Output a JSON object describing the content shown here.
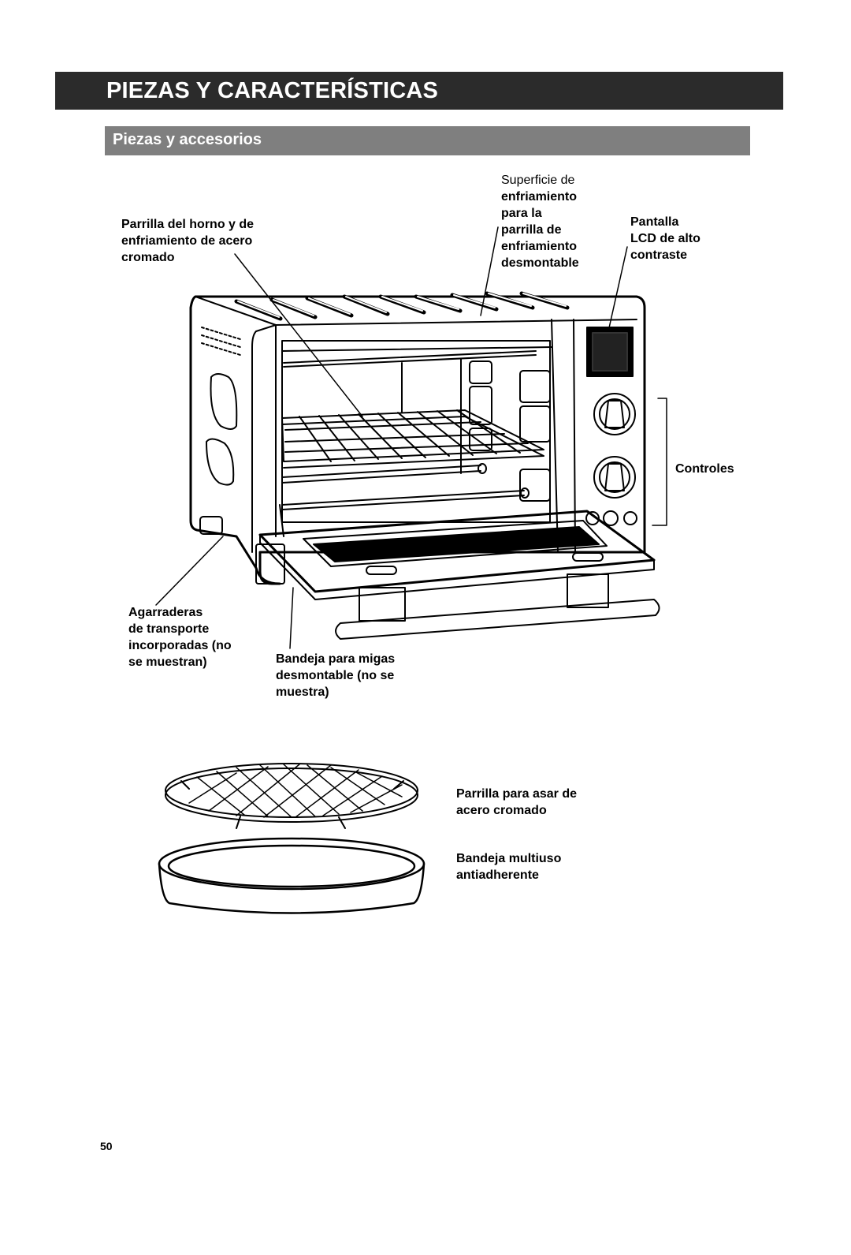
{
  "header": {
    "title": "PIEZAS Y CARACTERÍSTICAS",
    "subtitle": "Piezas y accesorios"
  },
  "labels": {
    "rack": [
      "Parrilla del horno y de",
      "enfriamiento de acero",
      "cromado"
    ],
    "cooling_surface_first": "Superficie de",
    "cooling_surface": [
      "enfriamiento",
      "para la",
      "parrilla de",
      "enfriamiento",
      "desmontable"
    ],
    "display": [
      "Pantalla",
      "LCD de alto",
      "contraste"
    ],
    "controls": "Controles",
    "handles": [
      "Agarraderas",
      "de transporte",
      "incorporadas (no",
      "se muestran)"
    ],
    "crumb_tray": [
      "Bandeja para migas",
      "desmontable (no se",
      "muestra)"
    ],
    "broil_rack": [
      "Parrilla para asar de",
      "acero cromado"
    ],
    "pan": [
      "Bandeja multiuso",
      "antiadherente"
    ]
  },
  "page_number": "50",
  "colors": {
    "header_bg": "#2b2b2b",
    "subheader_bg": "#7f7f7f",
    "header_text": "#ffffff"
  }
}
